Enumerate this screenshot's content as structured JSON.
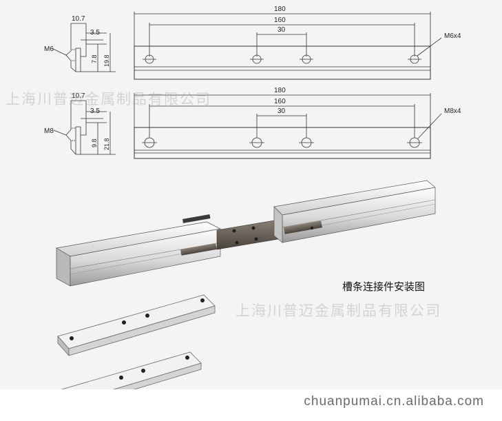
{
  "drawing_top": {
    "profile_label": "M6",
    "dim_width": "10.7",
    "dim_step": "3.5",
    "dim_inner_height": "7.8",
    "dim_total_height": "19.8",
    "dim_overall": "180",
    "dim_hole_span": "160",
    "dim_inner_span": "30",
    "hole_note": "M6x4"
  },
  "drawing_bottom": {
    "profile_label": "M8",
    "dim_width": "10.7",
    "dim_step": "3.5",
    "dim_inner_height": "9.8",
    "dim_total_height": "21.8",
    "dim_overall": "180",
    "dim_hole_span": "160",
    "dim_inner_span": "30",
    "hole_note": "M8x4"
  },
  "caption": "槽条连接件安装图",
  "watermark": "上海川普迈金属制品有限公司",
  "footer": "chuanpumai.cn.alibaba.com"
}
